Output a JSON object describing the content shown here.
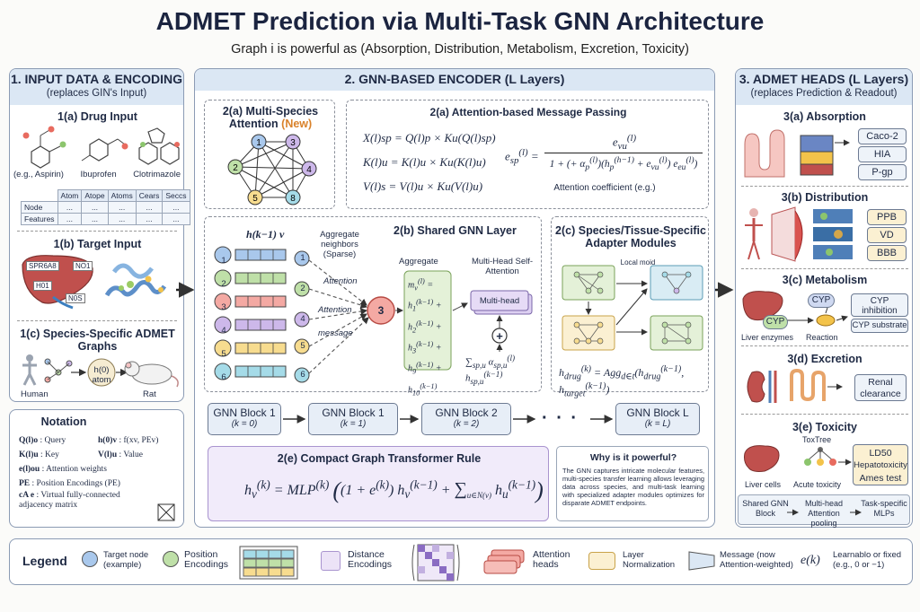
{
  "title": "ADMET Prediction via Multi-Task GNN Architecture",
  "subtitle": "Graph i is powerful as (Absorption, Distribution, Metabolism, Excretion, Toxicity)",
  "input_panel": {
    "title": "1. INPUT DATA & ENCODING",
    "subtitle": "(replaces GIN's Input)",
    "drug_input": {
      "title": "1(a) Drug Input",
      "drugs": [
        "(e.g., Aspirin)",
        "Ibuprofen",
        "Clotrimazole"
      ],
      "table_header": [
        "",
        "Atom",
        "Atope",
        "Atoms",
        "Cears",
        "Seccs"
      ],
      "table_rows": [
        [
          "Node",
          "...",
          "...",
          "...",
          "...",
          "..."
        ],
        [
          "Features",
          "...",
          "...",
          "...",
          "...",
          "..."
        ]
      ]
    },
    "target_input": {
      "title": "1(b) Target Input",
      "labels": [
        "SPR6A8",
        "NO1",
        "H01",
        "N0S"
      ]
    },
    "species_graphs": {
      "title": "1(c) Species-Specific ADMET Graphs",
      "human": "Human",
      "rat": "Rat",
      "atom_label": "h(0) atom"
    }
  },
  "notation": {
    "title": "Notation",
    "items": [
      {
        "sym": "Q(l)o",
        "desc": ": Query"
      },
      {
        "sym": "K(l)u",
        "desc": ": Key"
      },
      {
        "sym": "e(l)ou",
        "desc": ": Attention weights"
      },
      {
        "sym": "PE",
        "desc": ": Position Encodings (PE)"
      },
      {
        "sym": "cA e",
        "desc": ": Virtual fully-connected adjacency matrix"
      }
    ],
    "items_right": [
      {
        "sym": "h(0)v",
        "desc": ": f(xv, PEv)"
      },
      {
        "sym": "V(l)u",
        "desc": ": Value"
      }
    ]
  },
  "encoder": {
    "title": "2. GNN-BASED ENCODER (L Layers)",
    "multi_species": {
      "title": "2(a) Multi-Species Attention",
      "new_tag": "(New)",
      "nodes": [
        "1",
        "3",
        "2",
        "4",
        "5",
        "8"
      ]
    },
    "attention_mp": {
      "title": "2(a) Attention-based Message Passing",
      "eq1": "X(l)sp = Q(l)p × Ku(Q(l)sp)",
      "eq2": "K(l)u = K(l)u × Ku(K(l)u)",
      "eq3": "V(l)s = V(l)u × Ku(V(l)u)",
      "coef_caption": "Attention coefficient (e.g.)"
    },
    "shared_gnn": {
      "title": "2(b) Shared GNN Layer",
      "feature_label": "h(k−1) v",
      "nodes": [
        "1",
        "2",
        "3",
        "4",
        "5",
        "6"
      ],
      "aggregate_neighbors": "Aggregate neighbors (Sparse)",
      "edge_labels": [
        "Attention",
        "Attention",
        "message"
      ],
      "center_node": "3",
      "aggregate": "Aggregate",
      "multihead_title": "Multi-Head Self-Attention",
      "multihead": "Multi-head",
      "plus": "+"
    },
    "adapter": {
      "title": "2(c) Species/Tissue-Specific Adapter Modules",
      "local_label": "Local moid"
    },
    "blocks": [
      {
        "name": "GNN Block 1",
        "k": "(k = 0)"
      },
      {
        "name": "GNN Block 1",
        "k": "(k = 1)"
      },
      {
        "name": "GNN Block 2",
        "k": "(k = 2)"
      },
      {
        "name": "GNN Block L",
        "k": "(k = L)"
      }
    ],
    "dots": "· · ·",
    "compact_rule": {
      "title": "2(e) Compact Graph Transformer Rule"
    },
    "why": {
      "title": "Why is it powerful?",
      "text": "The GNN captures intricate molecular features, multi-species transfer learning allows leveraging data across species, and multi-task learning with specialized adapter modules optimizes for disparate ADMET endpoints."
    }
  },
  "heads": {
    "title": "3. ADMET HEADS (L Layers)",
    "subtitle": "(replaces Prediction & Readout)",
    "absorption": {
      "title": "3(a) Absorption",
      "outputs": [
        "Caco-2",
        "HIA",
        "P-gp"
      ]
    },
    "distribution": {
      "title": "3(b) Distribution",
      "outputs": [
        "PPB",
        "VD",
        "BBB"
      ]
    },
    "metabolism": {
      "title": "3(c) Metabolism",
      "cyp": "CYP",
      "liver": "Liver enzymes",
      "reaction": "Reaction",
      "outputs": [
        "CYP inhibition",
        "CYP substrate"
      ]
    },
    "excretion": {
      "title": "3(d) Excretion",
      "outputs": [
        "Renal clearance"
      ]
    },
    "toxicity": {
      "title": "3(e) Toxicity",
      "tree": "ToxTree",
      "liver_cells": "Liver cells",
      "acute": "Acute toxicity",
      "outputs": [
        "LD50",
        "Hepatotoxicity",
        "Ames test"
      ]
    },
    "pipeline": [
      "Shared GNN Block",
      "Multi-head Attention pooling",
      "Task-specific MLPs"
    ]
  },
  "legend": {
    "title": "Legend",
    "items": [
      "Target node (example)",
      "Position Encodings",
      "Distance Encodings",
      "Attention heads",
      "Layer Normalization",
      "Message (now Attention-weighted)",
      "Learnablo or fixed (e.g., 0 or −1)"
    ],
    "ek": "e(k)"
  },
  "colors": {
    "header_bg": "#dbe7f4",
    "node_blue": "#a9c8ec",
    "node_green": "#bfe0a8",
    "node_red": "#f4a9a3",
    "node_purple": "#cdb8ea",
    "node_yellow": "#f7dc8f",
    "node_teal": "#a5dbe8",
    "accent_orange": "#d9822b"
  }
}
